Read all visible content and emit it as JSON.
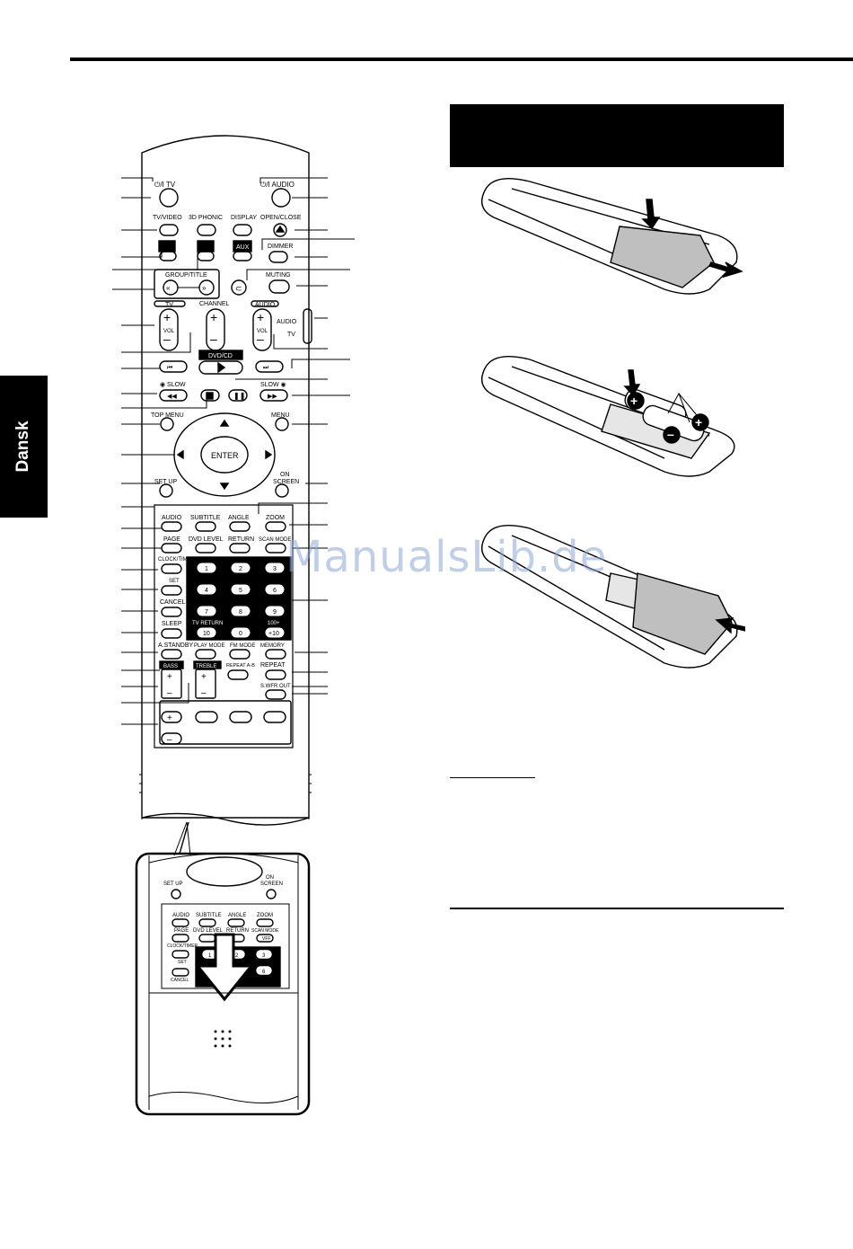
{
  "page": {
    "side_tab_label": "Dansk",
    "watermark": "ManualsLib.de"
  },
  "remote": {
    "row1": {
      "tv_power": "⏻/I TV",
      "audio_power": "⏻/I AUDIO"
    },
    "row2": {
      "tv_video": "TV/VIDEO",
      "phonic": "3D PHONIC",
      "display": "DISPLAY",
      "open_close": "OPEN/CLOSE"
    },
    "row3": {
      "aux": "AUX",
      "dimmer": "DIMMER"
    },
    "row4": {
      "group_title": "GROUP/TITLE",
      "muting": "MUTING"
    },
    "row5": {
      "tv": "TV",
      "channel": "CHANNEL",
      "audio": "AUDIO",
      "vol_left": "VOL",
      "vol_right": "VOL",
      "switch_audio": "AUDIO",
      "switch_tv": "TV"
    },
    "row6": {
      "dvd_cd": "DVD/CD",
      "slow_left": "◉ SLOW",
      "slow_right": "SLOW ◉"
    },
    "nav": {
      "top_menu": "TOP MENU",
      "menu": "MENU",
      "enter": "ENTER",
      "set_up": "SET UP",
      "on_screen_1": "ON",
      "on_screen_2": "SCREEN"
    },
    "lower": {
      "audio": "AUDIO",
      "subtitle": "SUBTITLE",
      "angle": "ANGLE",
      "zoom": "ZOOM",
      "page": "PAGE",
      "dvd_level": "DVD LEVEL",
      "return": "RETURN",
      "scan_mode": "SCAN MODE",
      "clock_timer": "CLOCK/TIMER",
      "set": "SET",
      "cancel": "CANCEL",
      "sleep": "SLEEP",
      "tv_return": "TV RETURN",
      "plus100": "100+",
      "key10": "10",
      "key0": "0",
      "plus10": "+10",
      "digits": [
        "1",
        "2",
        "3",
        "4",
        "5",
        "6",
        "7",
        "8",
        "9"
      ],
      "a_standby": "A.STANDBY",
      "play_mode": "PLAY MODE",
      "fm_mode": "FM MODE",
      "memory": "MEMORY",
      "bass": "BASS",
      "treble": "TREBLE",
      "repeat_ab": "REPEAT A-B",
      "repeat": "REPEAT",
      "swfr_out": "S.WFR OUT"
    },
    "inset": {
      "set_up": "SET UP",
      "on_screen_1": "ON",
      "on_screen_2": "SCREEN",
      "audio": "AUDIO",
      "subtitle": "SUBTITLE",
      "angle": "ANGLE",
      "zoom": "ZOOM",
      "page": "PAGE",
      "dvd_level": "DVD LEVEL",
      "return": "RETURN",
      "scan_mode": "SCAN MODE",
      "vff": "VFF",
      "clock_timer": "CLOCK/TIMER",
      "set": "SET",
      "cancel": "CANCEL",
      "digits": [
        "1",
        "2",
        "3",
        "6"
      ]
    }
  }
}
